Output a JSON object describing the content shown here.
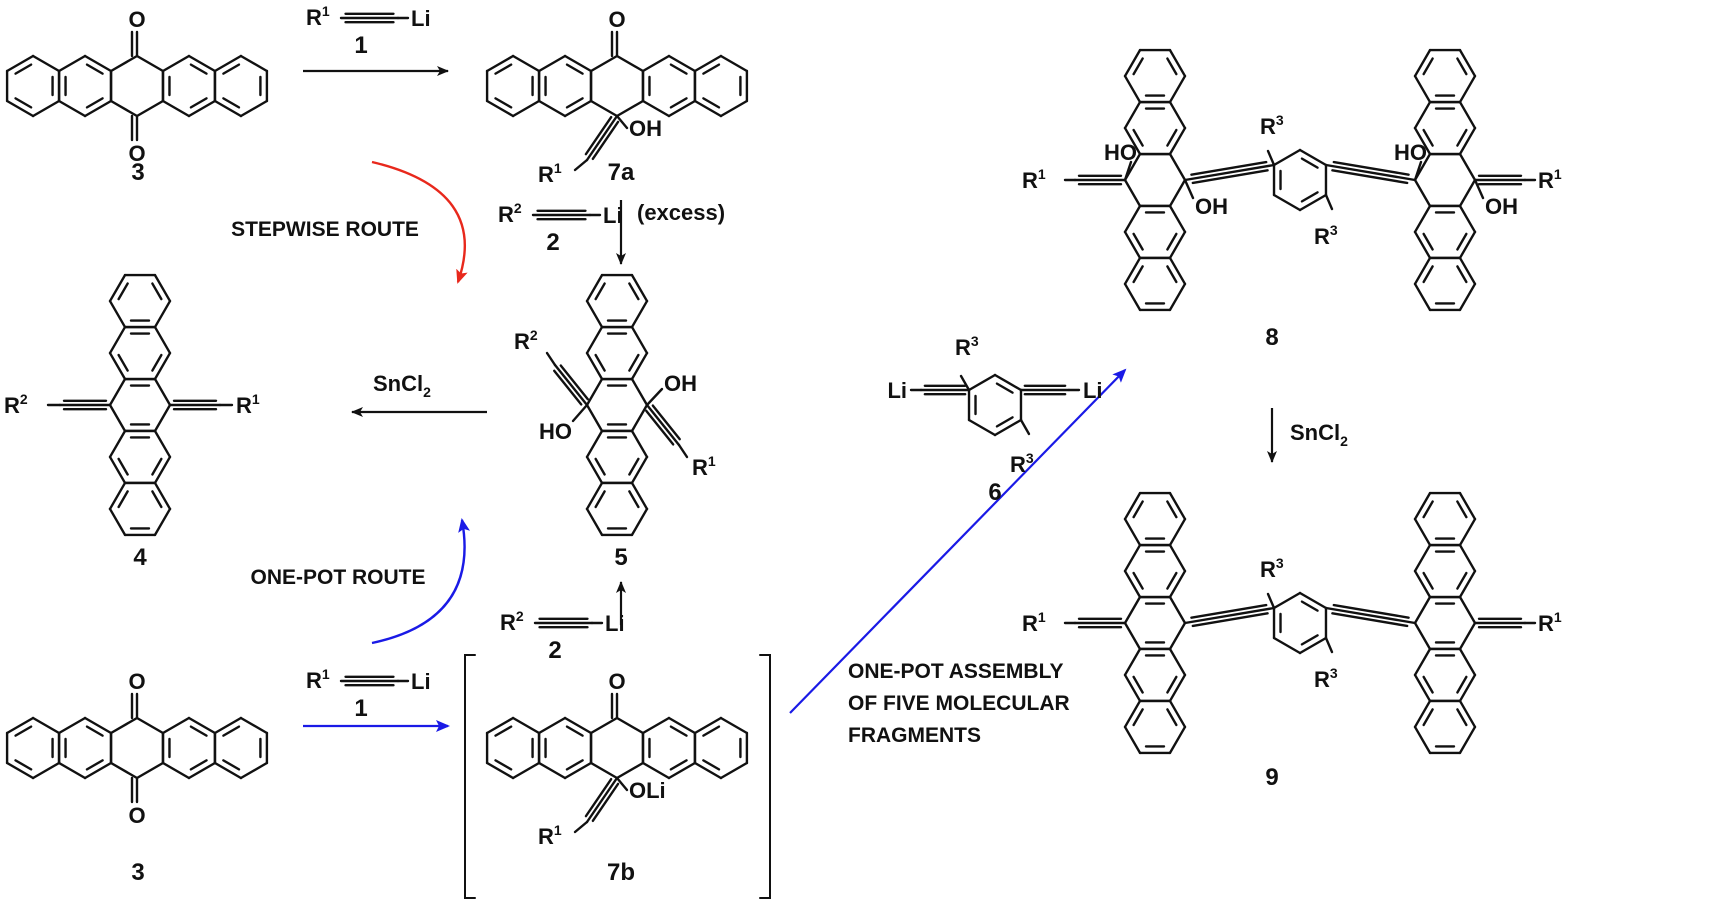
{
  "compounds": {
    "c3_top": "3",
    "c3_bottom": "3",
    "c7a": "7a",
    "c7b": "7b",
    "c5": "5",
    "c4": "4",
    "c6": "6",
    "c8": "8",
    "c9": "9"
  },
  "reagents": {
    "r1_top_num": "1",
    "r1_bottom_num": "1",
    "r2_mid_num": "2",
    "r2_low_num": "2",
    "excess": "(excess)",
    "sncl2": "SnCl",
    "sncl2_sub": "2"
  },
  "atoms": {
    "O": "O",
    "OH": "OH",
    "HO": "HO",
    "OLi": "OLi",
    "Li": "Li",
    "R": "R",
    "sup1": "1",
    "sup2": "2",
    "sup3": "3"
  },
  "routes": {
    "stepwise": "STEPWISE ROUTE",
    "onepot": "ONE-POT ROUTE",
    "assembly1": "ONE-POT ASSEMBLY",
    "assembly2": "OF FIVE MOLECULAR",
    "assembly3": "FRAGMENTS"
  },
  "colors": {
    "stepwise": "#e8281c",
    "onepot": "#1a1ae6",
    "bond": "#111111"
  }
}
